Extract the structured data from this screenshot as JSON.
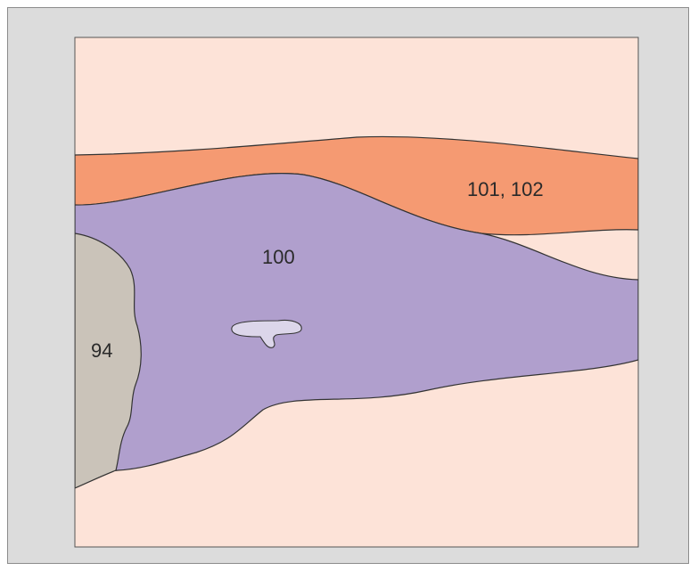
{
  "colors": {
    "frame_background": "#dcdcdc",
    "panel_background": "#fde3d8",
    "region_101_102": "#f59a72",
    "region_100": "#b09fcd",
    "region_94": "#cac3b9",
    "small_structure": "#dcd6ea",
    "outline": "#333333"
  },
  "labels": {
    "region_100": "100",
    "region_101_102": "101, 102",
    "region_94": "94"
  }
}
